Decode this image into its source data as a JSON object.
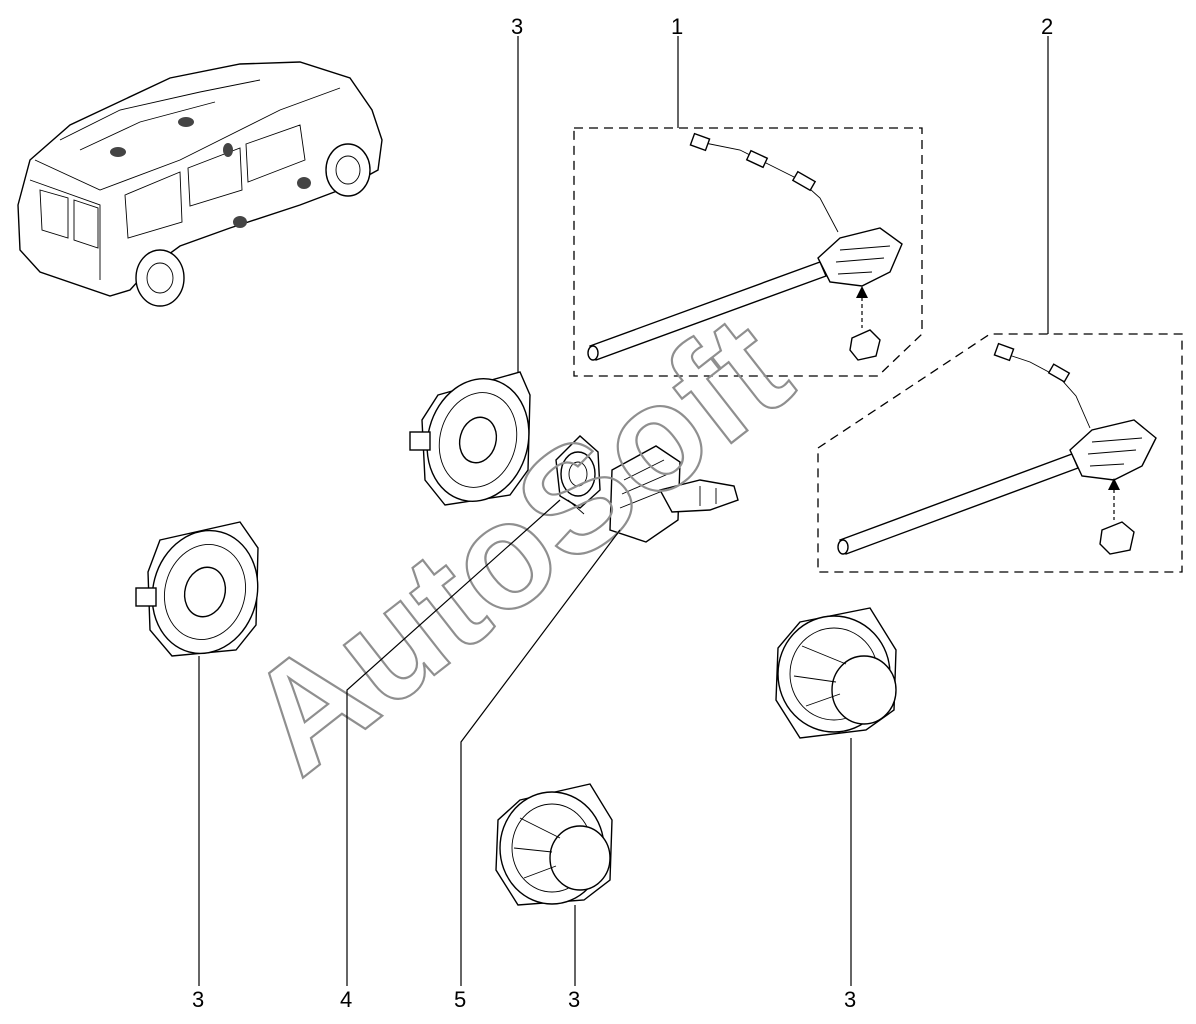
{
  "watermark": "AutoSoft",
  "callouts": {
    "c1": "1",
    "c2": "2",
    "c3_top": "3",
    "c3_left": "3",
    "c3_bottom_center": "3",
    "c3_bottom_right": "3",
    "c4": "4",
    "c5": "5"
  }
}
